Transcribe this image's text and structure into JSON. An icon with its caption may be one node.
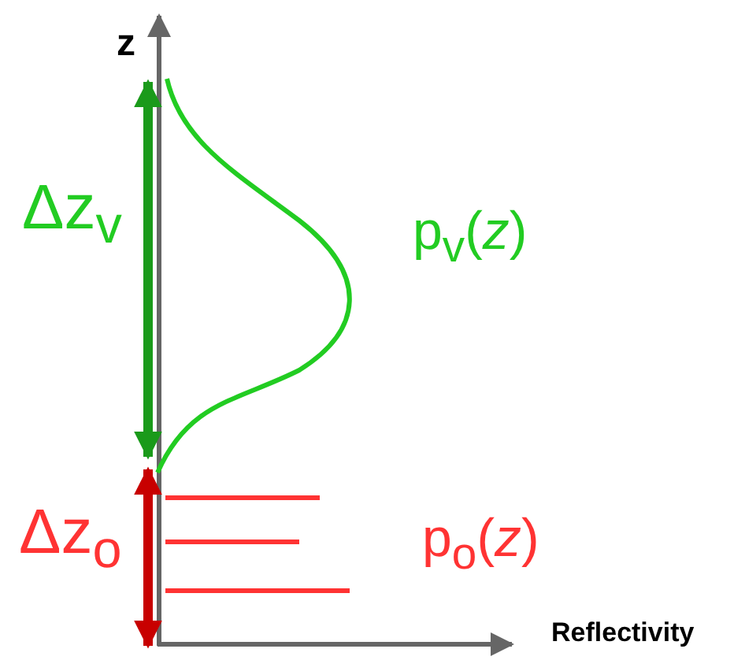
{
  "diagram": {
    "labels": [
      "z",
      "Δz$_{v}$",
      "p$_{v}$(*z*)",
      "Δz$_{o}$",
      "p$_{o}$(*z*)",
      "Reflectivity"
    ]
  }
}
